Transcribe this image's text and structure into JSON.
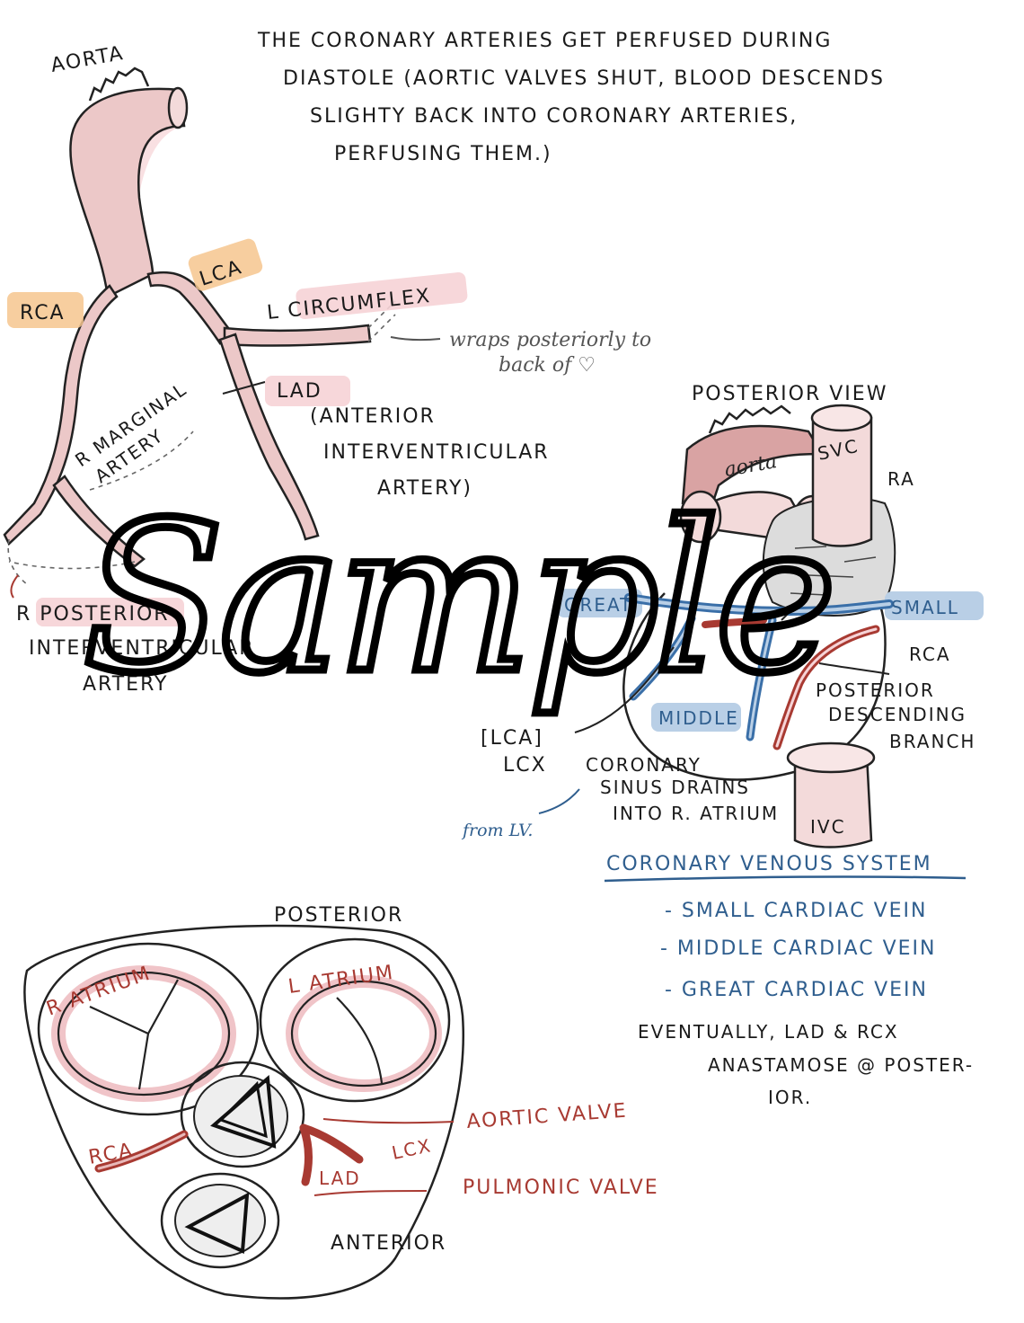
{
  "title_lines": [
    "THE CORONARY ARTERIES GET PERFUSED DURING",
    "DIASTOLE (AORTIC VALVES SHUT, BLOOD DESCENDS",
    "SLIGHTY BACK INTO CORONARY ARTERIES,",
    "PERFUSING THEM.)"
  ],
  "anterior_diagram": {
    "aorta": "AORTA",
    "rca": "RCA",
    "lca": "LCA",
    "l_circumflex": "L CIRCUMFLEX",
    "wraps_note_1": "wraps posteriorly to",
    "wraps_note_2": "back of ♡",
    "lad": "LAD",
    "lad_desc_1": "(ANTERIOR",
    "lad_desc_2": "INTERVENTRICULAR",
    "lad_desc_3": "ARTERY)",
    "r_marginal_1": "R MARGINAL",
    "r_marginal_2": "ARTERY",
    "r_posterior_1": "R POSTERIOR",
    "r_posterior_2": "INTERVENTRICULAR",
    "r_posterior_3": "ARTERY"
  },
  "posterior_view": {
    "heading": "POSTERIOR VIEW",
    "aorta": "aorta",
    "svc": "SVC",
    "ra": "RA",
    "great": "GREAT",
    "small": "SMALL",
    "rca": "RCA",
    "middle": "MIDDLE",
    "pdb_1": "POSTERIOR",
    "pdb_2": "DESCENDING",
    "pdb_3": "BRANCH",
    "lca_bracket": "[LCA]",
    "lcx": "LCX",
    "sinus_1": "CORONARY",
    "sinus_2": "SINUS DRAINS",
    "sinus_3": "INTO R. ATRIUM",
    "from_lv": "from LV.",
    "ivc": "IVC"
  },
  "venous_system": {
    "heading": "CORONARY VENOUS SYSTEM",
    "items": [
      "- SMALL CARDIAC VEIN",
      "- MIDDLE CARDIAC VEIN",
      "- GREAT CARDIAC VEIN"
    ],
    "note_1": "EVENTUALLY, LAD & RCX",
    "note_2": "ANASTAMOSE @ POSTER-",
    "note_3": "IOR."
  },
  "valve_diagram": {
    "posterior": "POSTERIOR",
    "r_atrium": "R ATRIUM",
    "l_atrium": "L ATRIUM",
    "aortic_valve": "AORTIC VALVE",
    "rca": "RCA",
    "lcx": "LCX",
    "lad": "LAD",
    "pulmonic_valve": "PULMONIC VALVE",
    "anterior": "ANTERIOR"
  },
  "watermark": "Sample",
  "colors": {
    "artery_fill": "#ecc8c8",
    "artery_stroke": "#222222",
    "highlight_orange": "#f6c58e",
    "highlight_pink": "#f6d3d6",
    "vein_blue": "#3a6fa8",
    "vein_highlight": "#b9cfe6",
    "red_label": "#a83a32",
    "blue_label": "#2f5e8e"
  }
}
